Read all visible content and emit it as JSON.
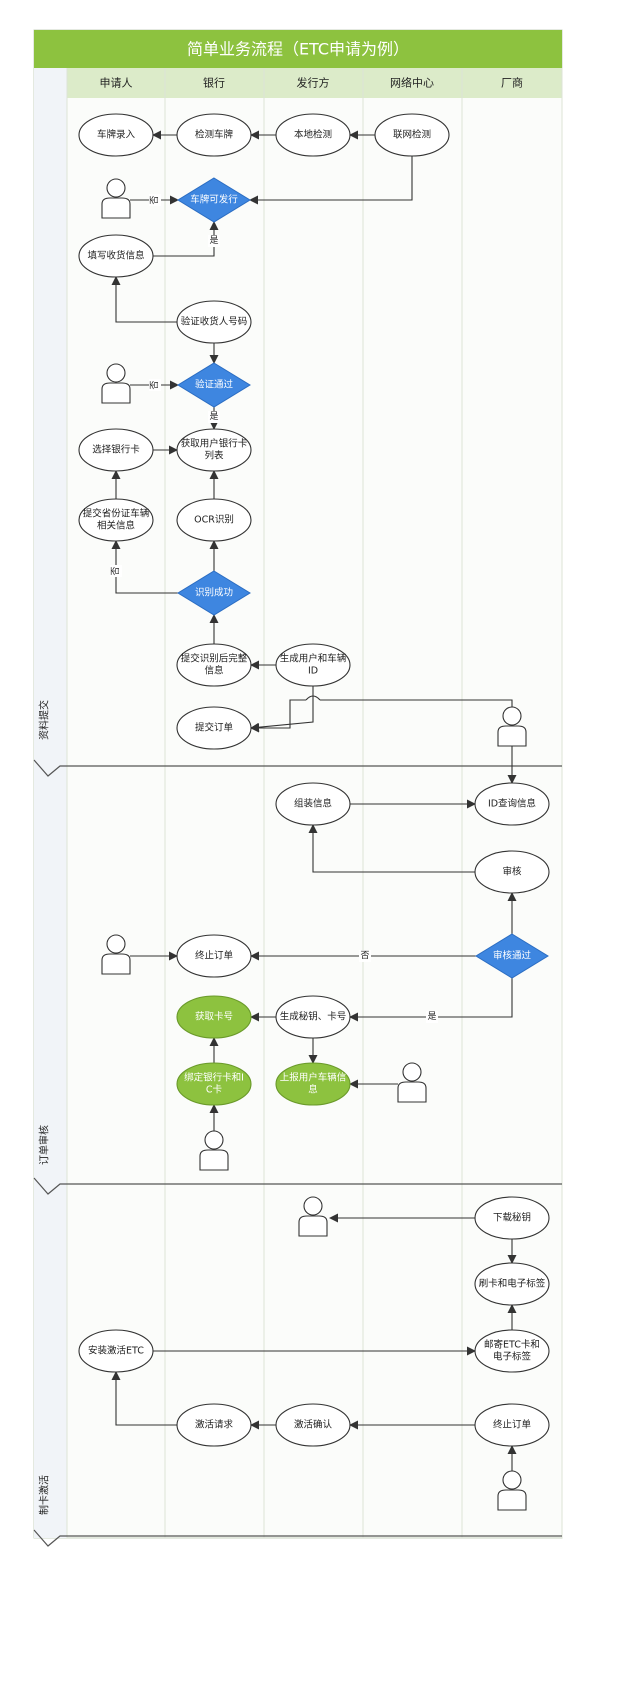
{
  "title": "简单业务流程（ETC申请为例）",
  "lanes": [
    "申请人",
    "银行",
    "发行方",
    "网络中心",
    "厂商"
  ],
  "phases": [
    "资料提交",
    "订单审核",
    "制卡激活"
  ],
  "colors": {
    "title_bar": "#8dc23f",
    "lane_header": "#dcebc9",
    "decision": "#3e86e0",
    "highlight": "#8dc23f",
    "node_fill": "#ffffff",
    "stroke": "#333333",
    "lane_body": "#fbfcfa",
    "phase_col": "#f1f4f8"
  },
  "nodes": {
    "n1": "车牌录入",
    "n2": "检测车牌",
    "n3": "本地检测",
    "n4": "联网检测",
    "d1": "车牌可发行",
    "n5": "填写收货信息",
    "n6": "验证收货人号码",
    "d2": "验证通过",
    "n7": "选择银行卡",
    "n8": "获取用户银行卡列表",
    "n9": "提交省份证车辆相关信息",
    "n10": "OCR识别",
    "d3": "识别成功",
    "n11": "提交识别后完整信息",
    "n12": "生成用户和车辆ID",
    "n13": "提交订单",
    "n14": "组装信息",
    "n15": "ID查询信息",
    "n16": "审核",
    "d4": "审核通过",
    "n17": "终止订单",
    "n18": "生成秘钥、卡号",
    "n19": "获取卡号",
    "n20": "绑定银行卡和IC卡",
    "n21": "上报用户车辆信息",
    "n22": "下载秘钥",
    "n23": "刷卡和电子标签",
    "n24": "安装激活ETC",
    "n25": "邮寄ETC卡和电子标签",
    "n26": "激活请求",
    "n27": "激活确认",
    "n28": "终止订单"
  },
  "edge_labels": {
    "no": "否",
    "yes": "是"
  }
}
